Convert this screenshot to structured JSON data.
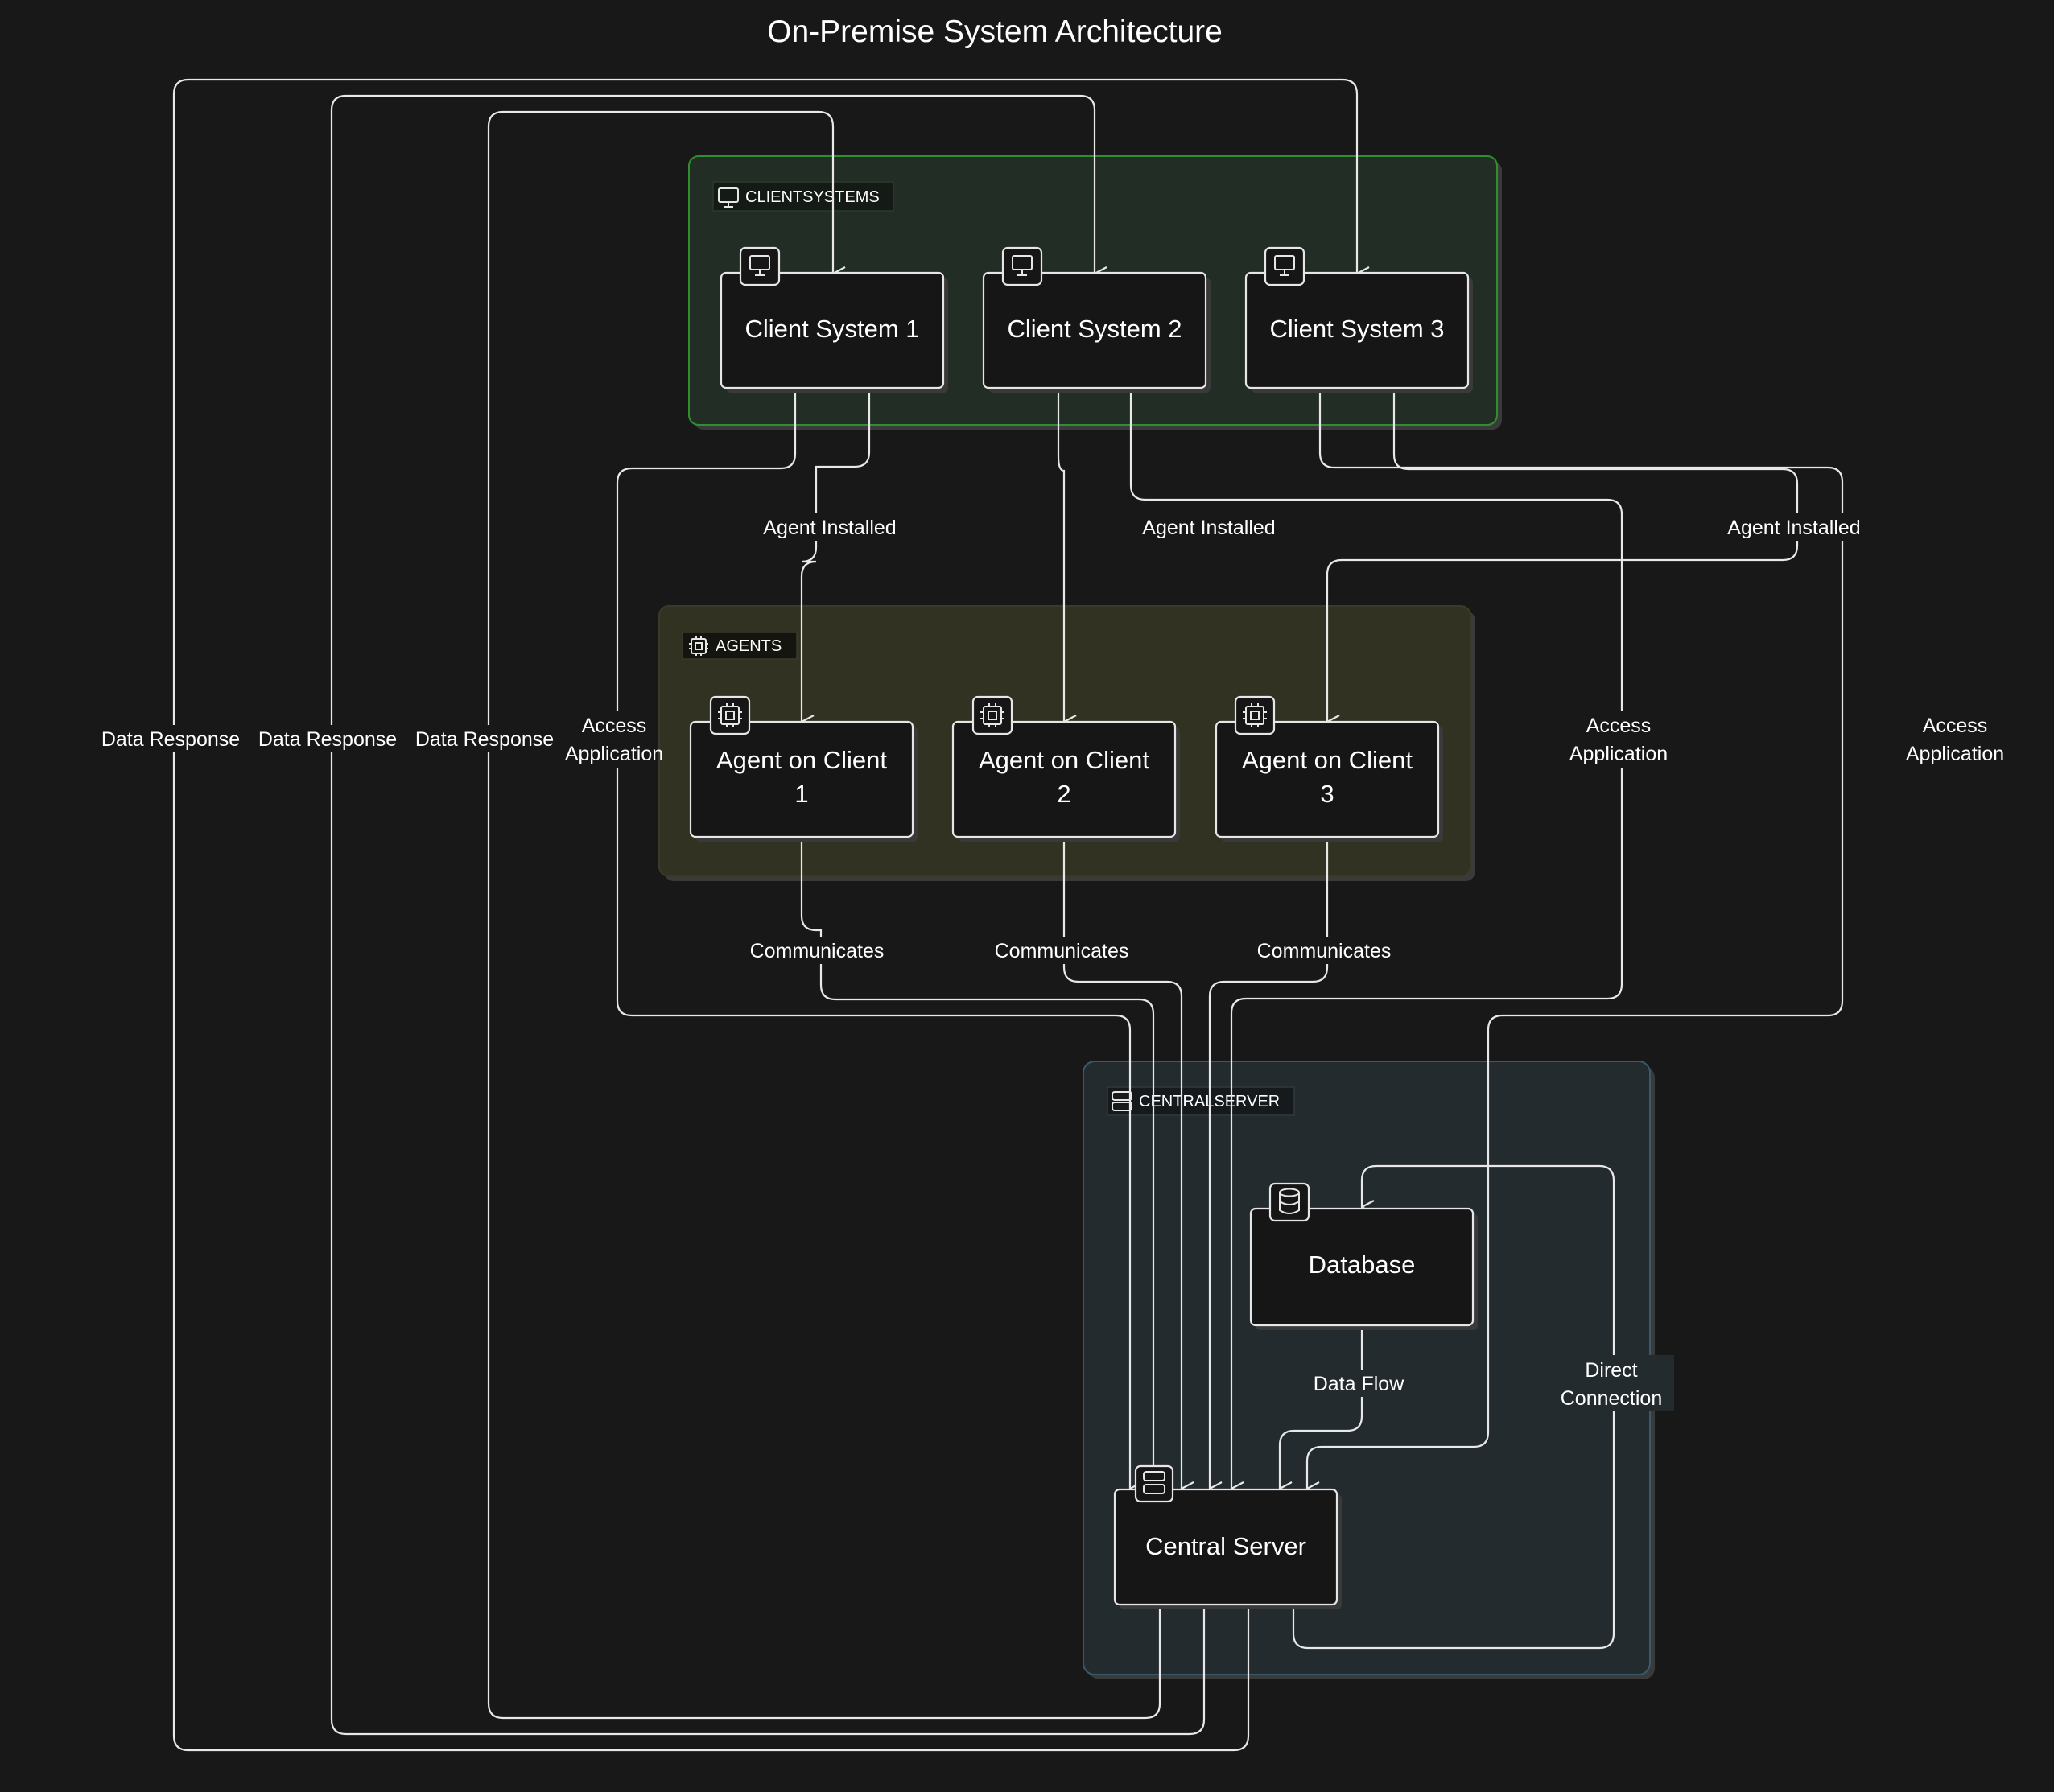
{
  "title": "On-Premise System Architecture",
  "colors": {
    "background": "#181818",
    "edge": "#e8e8e8",
    "client_group_fill": "#222d25",
    "client_group_stroke": "#2f8f2f",
    "agents_group_fill": "#323222",
    "agents_group_stroke": "#3a3a2a",
    "server_group_fill": "#232b2f",
    "server_group_stroke": "#3b5a69"
  },
  "groups": {
    "clients": {
      "label": "CLIENTSYSTEMS",
      "icon": "monitor-icon"
    },
    "agents": {
      "label": "AGENTS",
      "icon": "cpu-icon"
    },
    "server": {
      "label": "CENTRALSERVER",
      "icon": "server-icon"
    }
  },
  "nodes": {
    "client1": {
      "line1": "Client System 1",
      "icon": "monitor-icon"
    },
    "client2": {
      "line1": "Client System 2",
      "icon": "monitor-icon"
    },
    "client3": {
      "line1": "Client System 3",
      "icon": "monitor-icon"
    },
    "agent1": {
      "line1": "Agent on Client",
      "line2": "1",
      "icon": "cpu-icon"
    },
    "agent2": {
      "line1": "Agent on Client",
      "line2": "2",
      "icon": "cpu-icon"
    },
    "agent3": {
      "line1": "Agent on Client",
      "line2": "3",
      "icon": "cpu-icon"
    },
    "database": {
      "line1": "Database",
      "icon": "database-icon"
    },
    "central": {
      "line1": "Central Server",
      "icon": "server-icon"
    }
  },
  "edge_labels": {
    "agent_installed_1": "Agent Installed",
    "agent_installed_2": "Agent Installed",
    "agent_installed_3": "Agent Installed",
    "communicates_1": "Communicates",
    "communicates_2": "Communicates",
    "communicates_3": "Communicates",
    "data_response_1": "Data Response",
    "data_response_2": "Data Response",
    "data_response_3": "Data Response",
    "access_1": {
      "line1": "Access",
      "line2": "Application"
    },
    "access_2": {
      "line1": "Access",
      "line2": "Application"
    },
    "access_3": {
      "line1": "Access",
      "line2": "Application"
    },
    "data_flow": "Data Flow",
    "direct_connection": {
      "line1": "Direct",
      "line2": "Connection"
    }
  }
}
